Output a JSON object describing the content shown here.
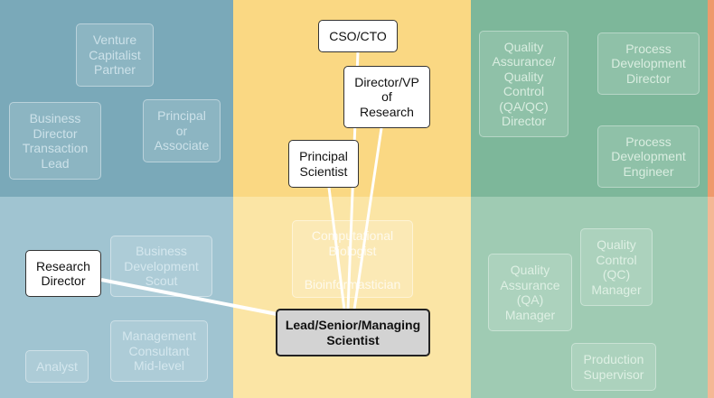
{
  "colors": {
    "zone_teal_top": "#7aa9b9",
    "zone_teal_bottom": "#a0c4d1",
    "zone_yellow_top": "#fad883",
    "zone_yellow_bottom": "#fbe5a5",
    "zone_green_top": "#7db79a",
    "zone_green_bottom": "#9fcbb3",
    "zone_orange_top": "#ee9a6c",
    "zone_orange_bottom": "#f4b895",
    "connector": "#ffffff"
  },
  "nodes": {
    "venture_capitalist_partner": "Venture\nCapitalist\nPartner",
    "business_director_transaction_lead": "Business\nDirector\nTransaction\nLead",
    "principal_or_associate": "Principal\nor\nAssociate",
    "research_director": "Research\nDirector",
    "business_development_scout": "Business\nDevelopment\nScout",
    "management_consultant_mid_level": "Management\nConsultant\nMid-level",
    "analyst": "Analyst",
    "cso_cto": "CSO/CTO",
    "director_vp_of_research": "Director/VP\nof\nResearch",
    "principal_scientist": "Principal\nScientist",
    "computational_biologist": "Computational\nBiologist",
    "bioinformastician": "Bioinformastician",
    "lead_senior_managing_scientist": "Lead/Senior/Managing\nScientist",
    "qa_qc_director": "Quality\nAssurance/\nQuality\nControl\n(QA/QC)\nDirector",
    "process_development_director": "Process\nDevelopment\nDirector",
    "process_development_engineer": "Process\nDevelopment\nEngineer",
    "quality_control_manager": "Quality\nControl\n(QC)\nManager",
    "quality_assurance_manager": "Quality\nAssurance\n(QA)\nManager",
    "production_supervisor": "Production\nSupervisor"
  }
}
